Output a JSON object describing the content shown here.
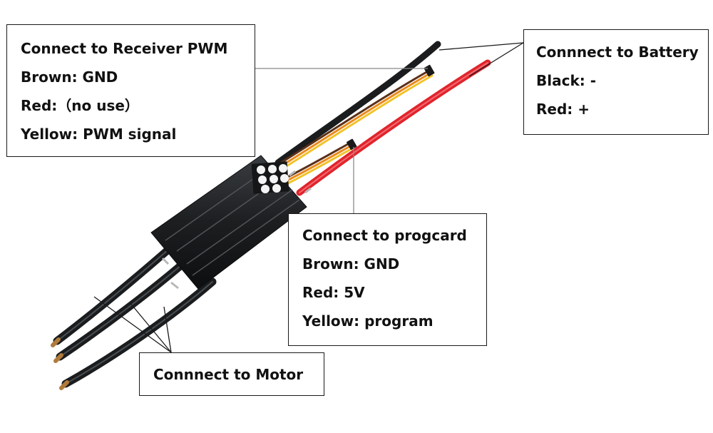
{
  "callouts": {
    "receiver": {
      "title": "Connect to Receiver PWM",
      "lines": [
        "Brown: GND",
        "Red:（no use）",
        "Yellow: PWM signal"
      ]
    },
    "battery": {
      "title": "Connnect to Battery",
      "lines": [
        "Black: -",
        "Red: +"
      ]
    },
    "progcard": {
      "title": "Connect to progcard",
      "lines": [
        "Brown: GND",
        "Red: 5V",
        "Yellow: program"
      ]
    },
    "motor": {
      "title": "Connnect to Motor"
    }
  },
  "colors": {
    "esc_body": "#1d1f21",
    "wire_black": "#1a1c1e",
    "wire_red": "#e0242c",
    "wire_brown": "#5a3018",
    "wire_orange": "#e98a1c",
    "wire_yellow": "#f2c22a",
    "leader_line": "#888888"
  }
}
